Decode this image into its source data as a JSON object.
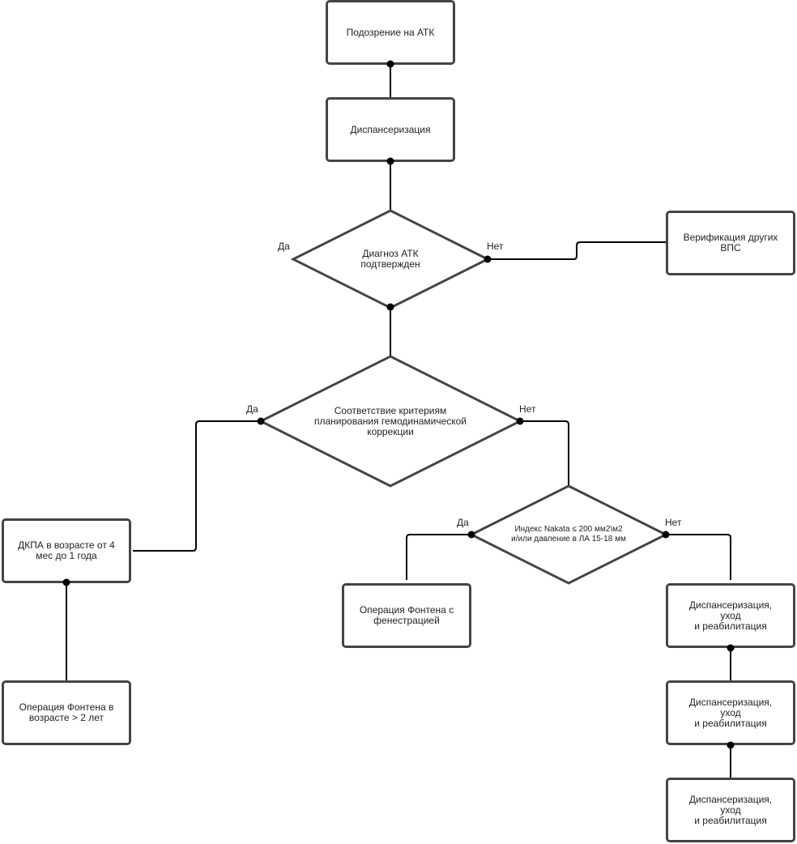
{
  "nodes": {
    "suspicion": "Подозрение на АТК",
    "dispensary": "Диспансеризация",
    "diag_confirmed": "Диагноз АТК\nподтвержден",
    "verify_other": "Верификация других\nВПС",
    "criteria": "Соответствие критериям\nпланирования гемодинамической\nкоррекции",
    "dkpa": "ДКПА в возрасте от 4\nмес до 1 года",
    "fontan_age": "Операция Фонтена в\nвозрасте > 2 лет",
    "nakata": "Индекс Nakata ≤ 200 мм2\\м2\nи/или давление в ЛА 15-18 мм",
    "fontan_fen": "Операция Фонтена с\nфенестрацией",
    "care1": "Диспансеризация,\nуход\nи реабилитация",
    "care2": "Диспансеризация,\nуход\nи реабилитация",
    "care3": "Диспансеризация,\nуход\nи реабилитация"
  },
  "labels": {
    "d1_yes": "Да",
    "d1_no": "Нет",
    "d2_yes": "Да",
    "d2_no": "Нет",
    "d3_yes": "Да",
    "d3_no": "Нет"
  },
  "colors": {
    "stroke": "#444444",
    "line": "#000000",
    "text": "#222222",
    "fill": "#ffffff"
  }
}
